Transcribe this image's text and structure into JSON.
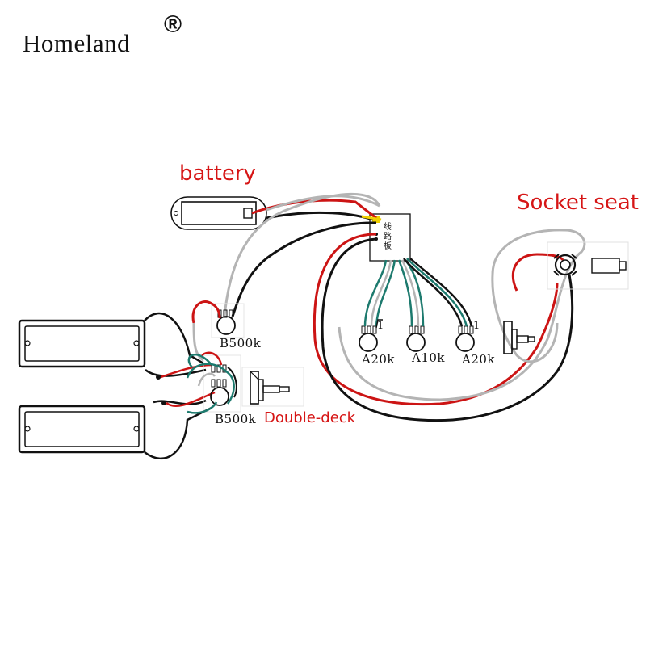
{
  "brand": {
    "name": "Homeland",
    "mark": "®"
  },
  "labels": {
    "battery": "battery",
    "socket_seat": "Socket seat",
    "double_deck": "Double-deck"
  },
  "board": {
    "chars": [
      "线",
      "路",
      "板"
    ]
  },
  "pots": {
    "volume_1": "B500k",
    "volume_2": "B500k",
    "tone_1": "A20k",
    "tone_2": "A10k",
    "tone_3": "A20k"
  },
  "pin_marks": {
    "left": "1",
    "right": "1"
  },
  "wire_colors": {
    "red": "#cc1414",
    "black": "#111111",
    "gray": "#b4b4b4",
    "teal": "#1d7a6e",
    "yellow": "#f0d000"
  }
}
